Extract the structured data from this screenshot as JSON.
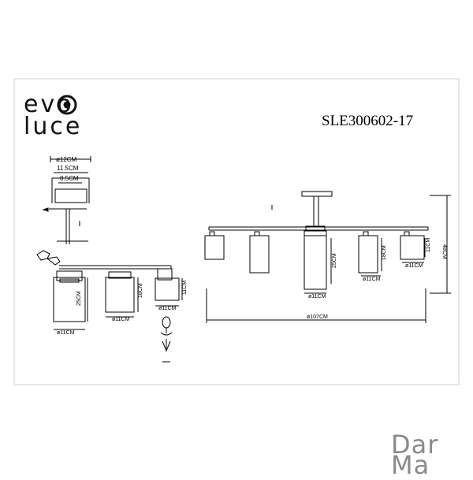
{
  "brand": {
    "line1": "evo",
    "line2": "luce"
  },
  "model": "SLE300602-17",
  "watermark": {
    "line1": "Dar",
    "line2": "Ma"
  },
  "detail_dims": {
    "dia12": "ø12CM",
    "w115": "11.5CM",
    "w85": "8.5CM"
  },
  "side_view": {
    "h25": "25CM",
    "h18": "18CM",
    "h11": "11CM",
    "d11": "ø11CM"
  },
  "front_view": {
    "h25": "25CM",
    "h18": "18CM",
    "h11": "11CM",
    "d11": "ø11CM",
    "width": "ø107CM",
    "height": "48CM"
  },
  "colors": {
    "line": "#000000",
    "border": "#cfcfcf",
    "watermark": "#8a8a8a"
  }
}
